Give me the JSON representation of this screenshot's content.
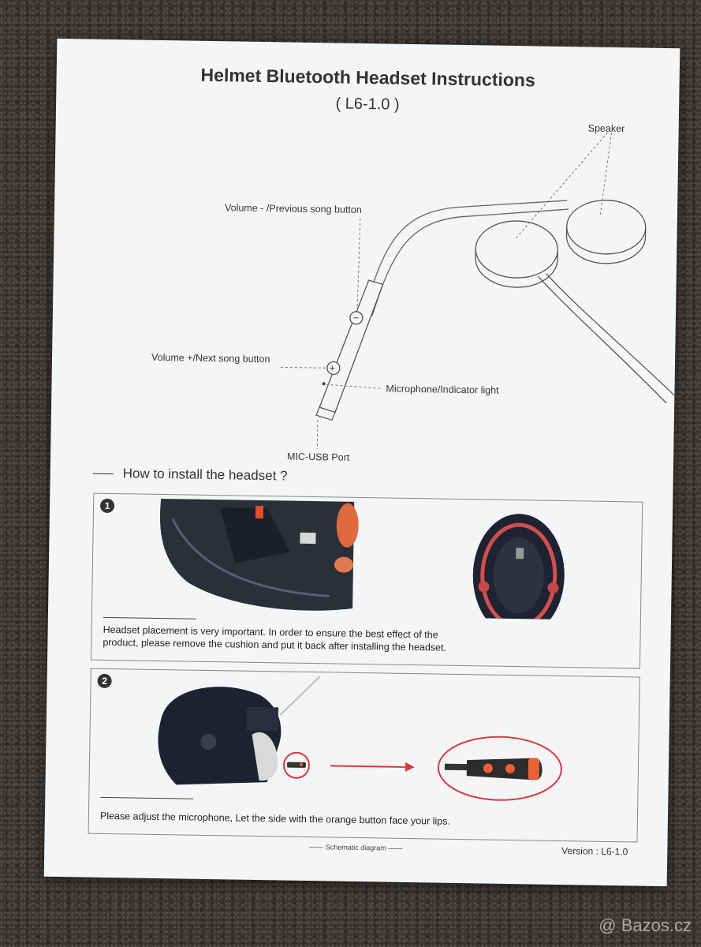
{
  "document": {
    "title": "Helmet Bluetooth Headset Instructions",
    "subtitle": "( L6-1.0 )"
  },
  "diagram": {
    "labels": {
      "speaker": "Speaker",
      "volume_minus": "Volume - /Previous song button",
      "volume_plus": "Volume +/Next song button",
      "microphone": "Microphone/Indicator light",
      "usb_port": "MIC-USB Port"
    },
    "button_symbols": {
      "minus": "−",
      "plus": "+"
    }
  },
  "install": {
    "heading": "How to install the headset ?",
    "steps": [
      {
        "number": "1",
        "caption_line1": "Headset placement is very important. In order to ensure the best effect of the",
        "caption_line2": "product, please remove the cushion and put it back after installing the headset."
      },
      {
        "number": "2",
        "caption_line1": "Please adjust the microphone, Let the side with the orange button face your lips."
      }
    ]
  },
  "footer": {
    "schematic": "Schematic diagram",
    "version": "Version :  L6-1.0"
  },
  "watermark": "@ Bazos.cz",
  "colors": {
    "accent_orange": "#e8603a",
    "highlight_red": "#d93a3a",
    "paper": "#f4f5f7"
  }
}
